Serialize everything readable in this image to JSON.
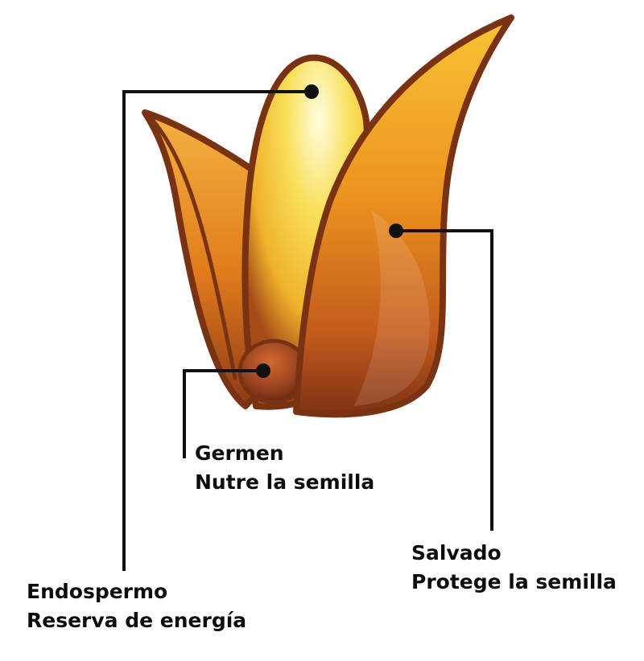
{
  "labels": {
    "germen": {
      "name": "Germen",
      "description": "Nutre la semilla"
    },
    "salvado": {
      "name": "Salvado",
      "description": "Protege la semilla"
    },
    "endospermo": {
      "name": "Endospermo",
      "description": "Reserva de energía"
    }
  },
  "colors": {
    "outline": "#7a3312",
    "endosperm_light": "#fffde0",
    "endosperm_mid": "#f7cd2e",
    "bran_top": "#f6b92a",
    "bran_mid": "#e58419",
    "bran_bottom": "#8c3a18",
    "germ": "#9a4320",
    "leader_line": "#111111"
  }
}
